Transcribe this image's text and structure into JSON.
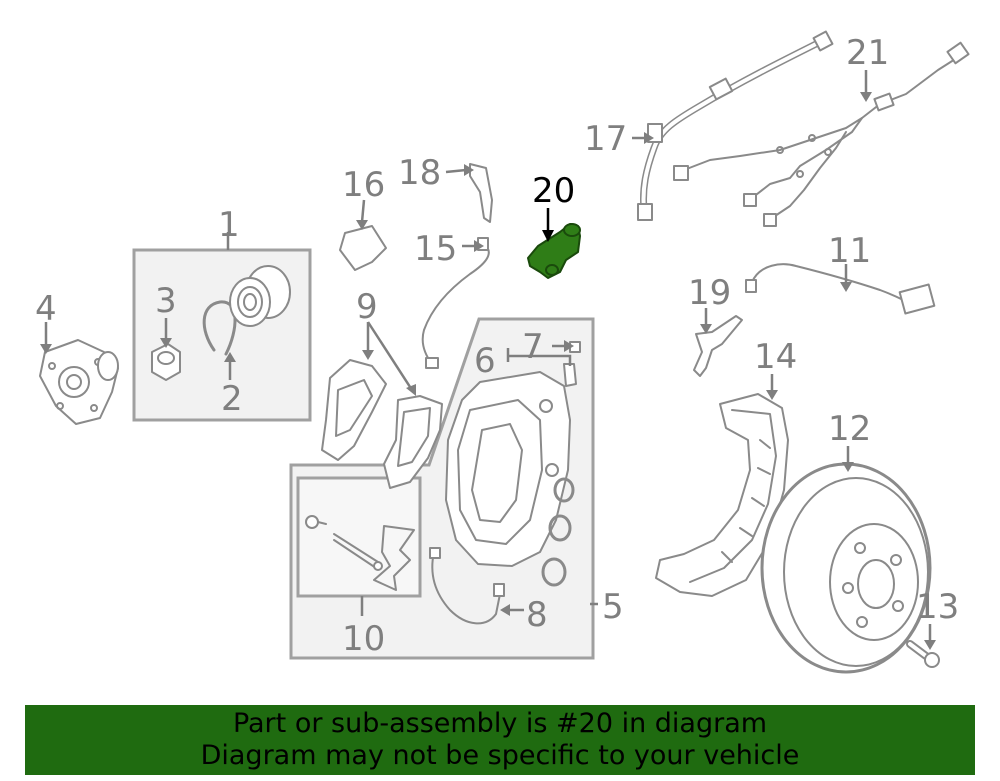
{
  "callouts": {
    "c1": "1",
    "c2": "2",
    "c3": "3",
    "c4": "4",
    "c5": "5",
    "c6": "6",
    "c7": "7",
    "c8": "8",
    "c9": "9",
    "c10": "10",
    "c11": "11",
    "c12": "12",
    "c13": "13",
    "c14": "14",
    "c15": "15",
    "c16": "16",
    "c17": "17",
    "c18": "18",
    "c19": "19",
    "c20": "20",
    "c21": "21"
  },
  "banner": {
    "line1": "Part or sub-assembly is #20 in diagram",
    "line2": "Diagram may not be specific to your vehicle"
  },
  "colors": {
    "highlight_part": "#2f7d17",
    "banner_background": "#1f6b10",
    "line_art": "#8a8a8a"
  }
}
